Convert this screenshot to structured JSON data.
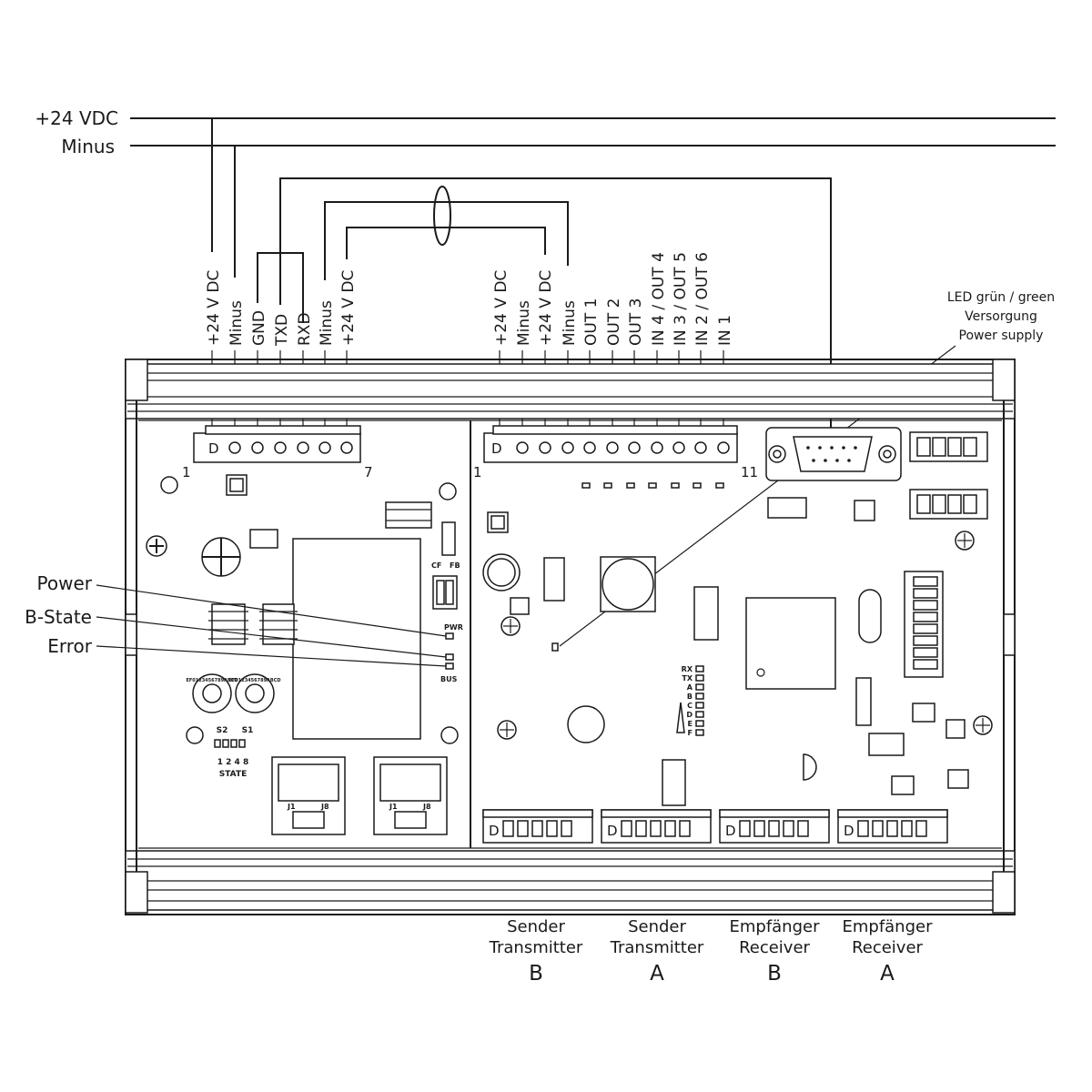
{
  "supply": {
    "plus": "+24 VDC",
    "minus": "Minus"
  },
  "left_terminal": {
    "labels": [
      "+24 V DC",
      "Minus",
      "GND",
      "TXD",
      "RXD",
      "Minus",
      "+24 V DC"
    ],
    "start_pin": "1",
    "end_pin": "7",
    "polarity_mark": "D"
  },
  "right_terminal": {
    "labels": [
      "+24 V DC",
      "Minus",
      "+24 V DC",
      "Minus",
      "OUT 1",
      "OUT 2",
      "OUT 3",
      "IN 4 / OUT 4",
      "IN 3 / OUT 5",
      "IN 2 / OUT 6",
      "IN 1"
    ],
    "start_pin": "1",
    "end_pin": "11",
    "polarity_mark": "D"
  },
  "led_note": [
    "LED grün / green",
    "Versorgung",
    "Power supply"
  ],
  "status_leds": [
    "Power",
    "B-State",
    "Error"
  ],
  "board_marks": {
    "pwr": "PWR",
    "bus": "BUS",
    "cf": "CF",
    "fb": "FB",
    "s2": "S2",
    "s1": "S1",
    "state_bits": "1 2 4 8",
    "state": "STATE",
    "j1": "J1",
    "j8": "J8",
    "rotary_digits": "EF0123456789ABCD",
    "indicator_rows": [
      "RX",
      "TX",
      "A",
      "B",
      "C",
      "D",
      "E",
      "F"
    ]
  },
  "modules": [
    {
      "line1": "Sender",
      "line2": "Transmitter",
      "letter": "B"
    },
    {
      "line1": "Sender",
      "line2": "Transmitter",
      "letter": "A"
    },
    {
      "line1": "Empfänger",
      "line2": "Receiver",
      "letter": "B"
    },
    {
      "line1": "Empfänger",
      "line2": "Receiver",
      "letter": "A"
    }
  ]
}
